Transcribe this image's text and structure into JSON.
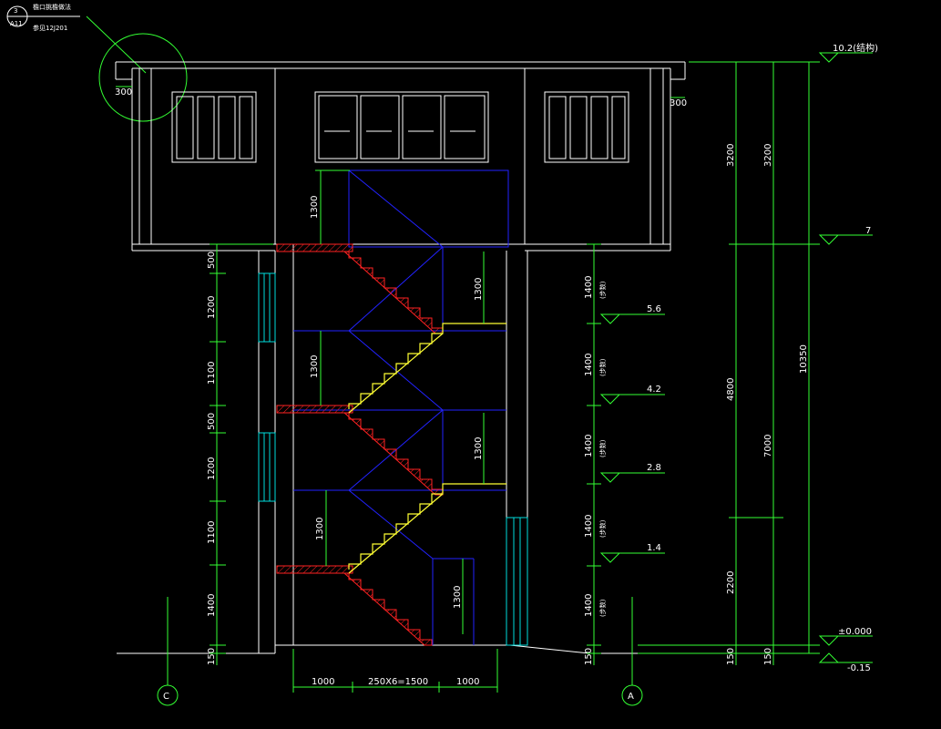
{
  "detail": {
    "number": "3",
    "sheet": "A11",
    "title": "檐口挑檐做法",
    "ref": "参见12J201"
  },
  "levels": {
    "top": "10.2(结构)",
    "roof": "7",
    "l56": "5.6",
    "l42": "4.2",
    "l28": "2.8",
    "l14": "1.4",
    "zero": "±0.000",
    "neg": "-0.15"
  },
  "dims": {
    "eave_left": "300",
    "eave_right": "300",
    "d1300_top": "1300",
    "d1300_a": "1300",
    "d1300_b": "1300",
    "d1300_c": "1300",
    "d1300_d": "1300",
    "d1300_e": "1300",
    "left": [
      "500",
      "1200",
      "1100",
      "500",
      "1200",
      "1100",
      "1400",
      "150"
    ],
    "right": [
      "1400",
      "1400",
      "1400",
      "1400",
      "1400",
      "150"
    ],
    "step_note": "(步数)",
    "r3200a": "3200",
    "r3200b": "3200",
    "r4800": "4800",
    "r2200": "2200",
    "r7000": "7000",
    "r10350": "10350",
    "r150a": "150",
    "r150b": "150",
    "bottom_1000a": "1000",
    "bottom_mid": "250X6=1500",
    "bottom_1000b": "1000"
  },
  "axes": {
    "c": "C",
    "a": "A"
  }
}
